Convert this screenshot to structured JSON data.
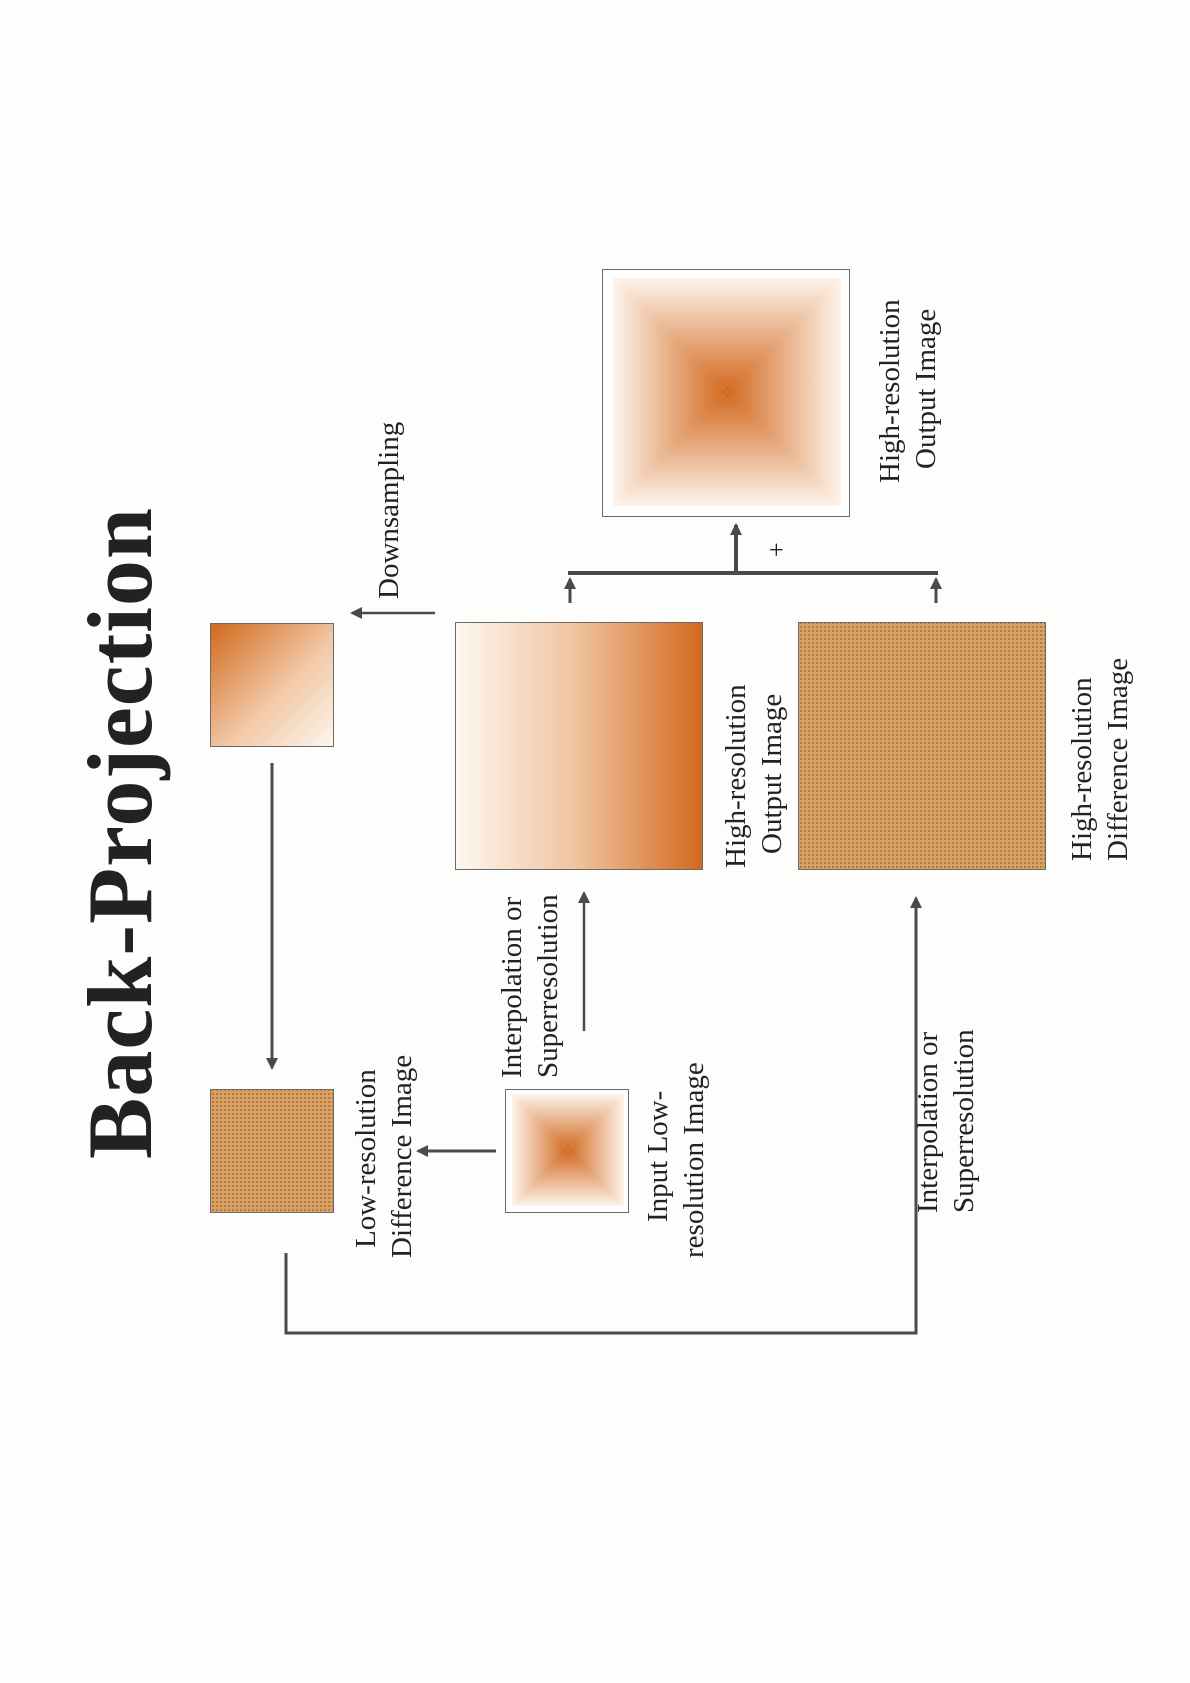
{
  "title": "Back-Projection",
  "labels": {
    "downsampling": "Downsampling",
    "hr_output_top": "High-resolution",
    "hr_output_bottom": "Output Image",
    "hr_output_mid_top": "High-resolution",
    "hr_output_mid_bottom": "Output Image",
    "hr_diff_top": "High-resolution",
    "hr_diff_bottom": "Difference Image",
    "interp_top_a": "Interpolation or",
    "interp_top_b": "Superresolution",
    "lr_diff_a": "Low-resolution",
    "lr_diff_b": "Difference Image",
    "input_a": "Input Low-",
    "input_b": "resolution Image",
    "interp_bottom_a": "Interpolation or",
    "interp_bottom_b": "Superresolution",
    "plus": "+"
  },
  "colors": {
    "accent_dark": "#d2691e",
    "accent_light": "#fbeee2",
    "difference_fill": "#d9a46a",
    "line": "#4a4a4a"
  },
  "icons": {
    "arrow": "arrow-icon",
    "pyramid": "pyramid-gradient-image",
    "texture": "dotted-texture-image"
  }
}
